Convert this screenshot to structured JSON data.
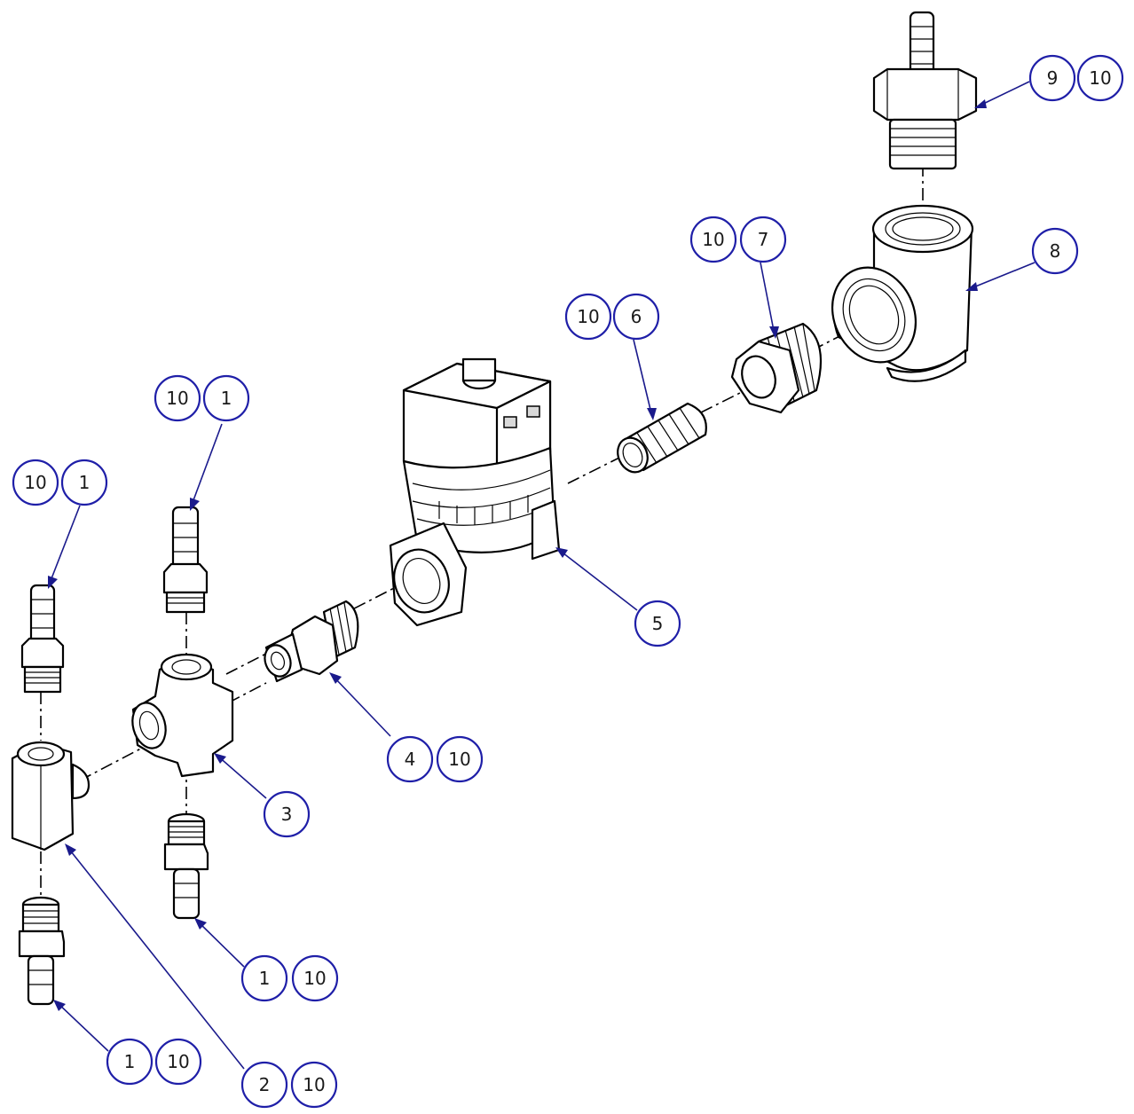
{
  "callouts": [
    {
      "id": "c-9-10",
      "numbers": [
        "9",
        "10"
      ]
    },
    {
      "id": "c-8",
      "numbers": [
        "8"
      ]
    },
    {
      "id": "c-10-7",
      "numbers": [
        "10",
        "7"
      ]
    },
    {
      "id": "c-10-6",
      "numbers": [
        "10",
        "6"
      ]
    },
    {
      "id": "c-10-1-a",
      "numbers": [
        "10",
        "1"
      ]
    },
    {
      "id": "c-10-1-b",
      "numbers": [
        "10",
        "1"
      ]
    },
    {
      "id": "c-5",
      "numbers": [
        "5"
      ]
    },
    {
      "id": "c-4-10",
      "numbers": [
        "4",
        "10"
      ]
    },
    {
      "id": "c-3",
      "numbers": [
        "3"
      ]
    },
    {
      "id": "c-1-10-a",
      "numbers": [
        "1",
        "10"
      ]
    },
    {
      "id": "c-1-10-b",
      "numbers": [
        "1",
        "10"
      ]
    },
    {
      "id": "c-2-10",
      "numbers": [
        "2",
        "10"
      ]
    }
  ],
  "colors": {
    "bubble": "#1f1fa8",
    "leader": "#1a1a8c",
    "line": "#000000"
  }
}
